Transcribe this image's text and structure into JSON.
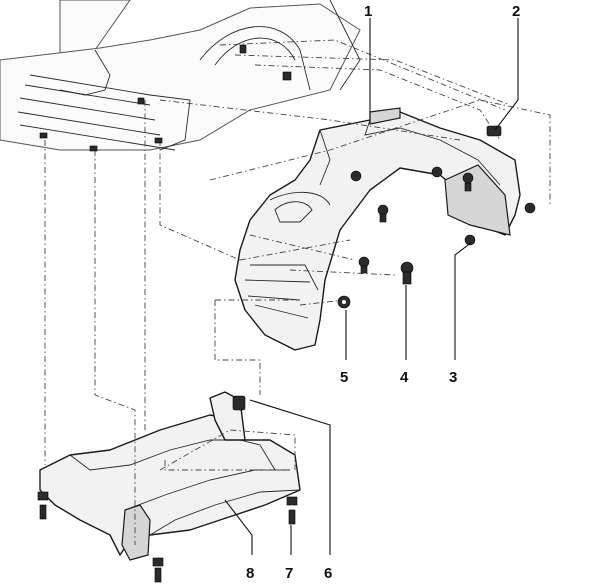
{
  "callouts": {
    "c1": "1",
    "c2": "2",
    "c3": "3",
    "c4": "4",
    "c5": "5",
    "c6": "6",
    "c7": "7",
    "c8": "8"
  },
  "colors": {
    "ink": "#1a1a1a",
    "part_fill": "#f2f2f2",
    "shade": "#d6d6d6",
    "background": "#ffffff"
  }
}
